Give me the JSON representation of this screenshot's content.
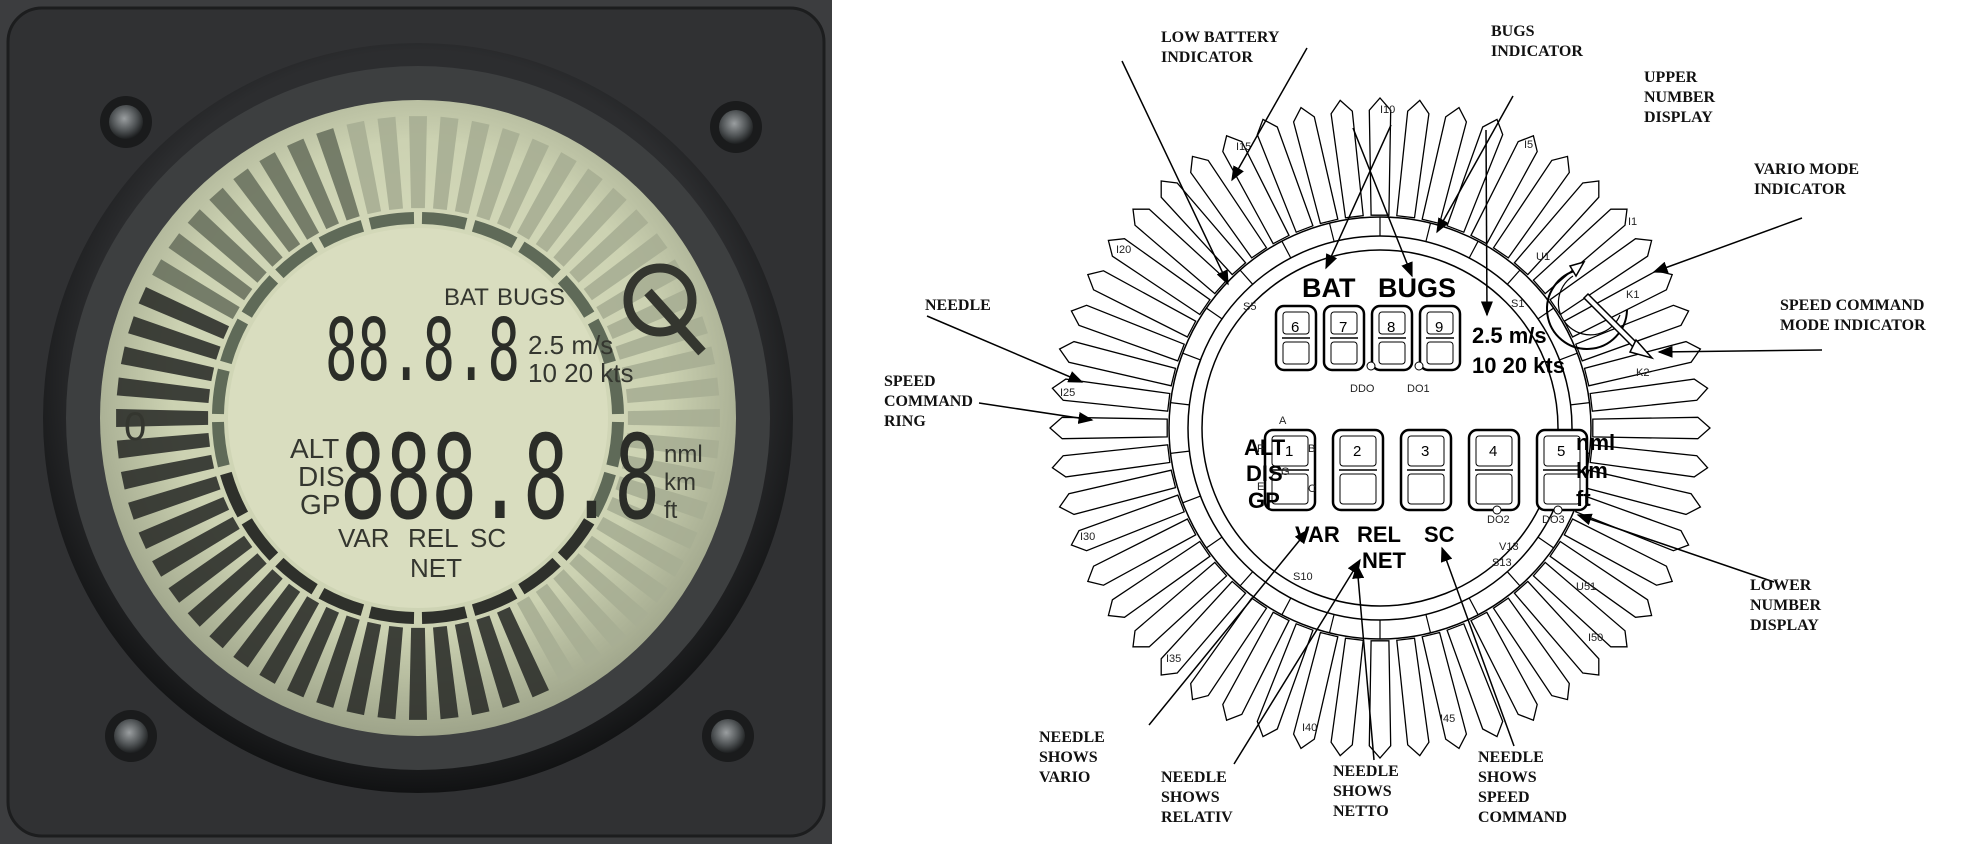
{
  "photo": {
    "upper_display": "88.8.8",
    "lower_display": "888.8.8",
    "bat": "BAT",
    "bugs": "BUGS",
    "vario_unit": "2.5 m/s",
    "speed_unit": "10 20 kts",
    "alt": "ALT",
    "dis": "DIS",
    "gp": "GP",
    "nml": "nml",
    "km": "km",
    "ft": "ft",
    "var": "VAR",
    "rel": "REL",
    "sc": "SC",
    "net": "NET",
    "zero": "0"
  },
  "diagram": {
    "display": {
      "bat": "BAT",
      "bugs": "BUGS",
      "vario_unit": "2.5 m/s",
      "speed_unit": "10 20 kts",
      "alt": "ALT",
      "dis": "DIS",
      "gp": "GP",
      "nml": "nml",
      "km": "km",
      "ft": "ft",
      "var": "VAR",
      "rel": "REL",
      "net": "NET",
      "sc": "SC",
      "upper_digits": [
        "6",
        "7",
        "8",
        "9"
      ],
      "lower_digits": [
        "1",
        "2",
        "3",
        "4",
        "5"
      ],
      "ddo": "DDO",
      "do1": "DO1",
      "do2": "DO2",
      "do3": "DO3",
      "seg_a": "A",
      "seg_b": "B",
      "seg_c": "C",
      "seg_f": "F",
      "seg_e": "E",
      "seg_g": "G",
      "k1": "K1",
      "k2": "K2",
      "u1": "U1",
      "v13": "V13",
      "s1": "S1",
      "s5": "S5",
      "s10": "S10",
      "s13": "S13",
      "u51": "U51"
    },
    "ticks": {
      "i10": "I10",
      "i15": "I15",
      "i5": "I5",
      "i1": "I1",
      "i20": "I20",
      "i25": "I25",
      "i30": "I30",
      "i35": "I35",
      "i40": "I40",
      "i45": "I45",
      "i50": "I50"
    },
    "labels": {
      "low_battery": "LOW BATTERY\nINDICATOR",
      "bugs_indicator": "BUGS\nINDICATOR",
      "upper_number": "UPPER\nNUMBER\nDISPLAY",
      "vario_mode": "VARIO MODE\nINDICATOR",
      "needle": "NEEDLE",
      "speed_command_mode": "SPEED COMMAND\nMODE INDICATOR",
      "speed_command_ring": "SPEED\nCOMMAND\nRING",
      "lower_number": "LOWER\nNUMBER\nDISPLAY",
      "needle_vario": "NEEDLE\nSHOWS\nVARIO",
      "needle_relativ": "NEEDLE\nSHOWS\nRELATIV",
      "needle_netto": "NEEDLE\nSHOWS\nNETTO",
      "needle_speed": "NEEDLE\nSHOWS\nSPEED\nCOMMAND"
    }
  }
}
